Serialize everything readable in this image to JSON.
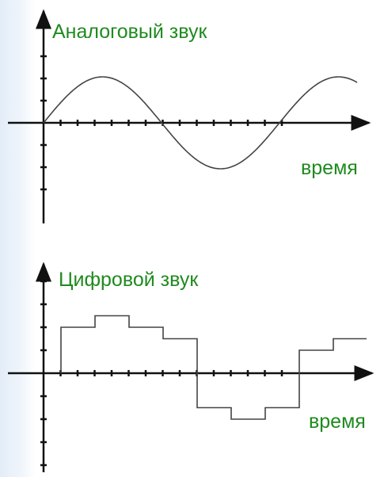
{
  "colors": {
    "axis": "#111111",
    "curve": "#444444",
    "label": "#1f8a1f",
    "side_tint": "#e6eff9"
  },
  "analog": {
    "title": "Аналоговый звук",
    "x_label": "время"
  },
  "digital": {
    "title": "Цифровой звук",
    "x_label": "время",
    "step_levels": [
      2,
      2.5,
      2,
      1.5,
      -1.5,
      -2,
      -1.5,
      1,
      1.5
    ]
  }
}
